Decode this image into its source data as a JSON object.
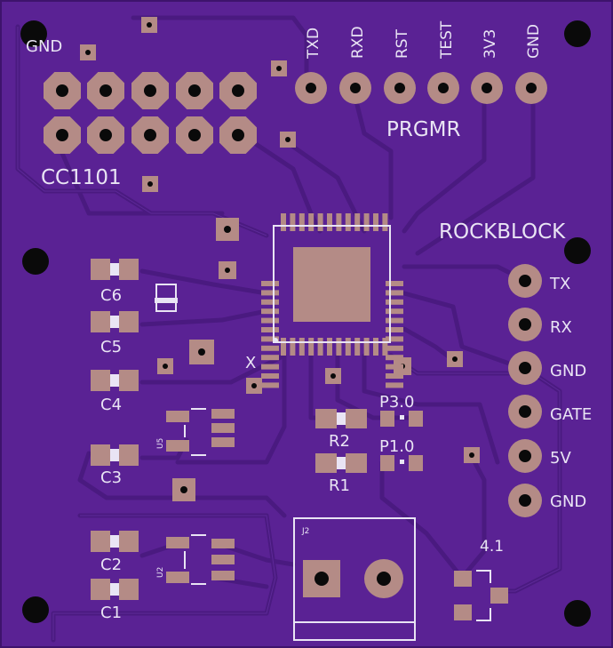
{
  "board": {
    "colors": {
      "board": "#5a2294",
      "board_edge": "#3e136c",
      "trace": "#4a1a80",
      "trace_edge": "#6b33a8",
      "pad": "#b48b86",
      "pad_dark": "#8f6a66",
      "silk": "#e9e4f4",
      "hole": "#0a0a0a"
    },
    "labels": {
      "gnd_top": "GND",
      "cc1101": "CC1101",
      "prgmr": "PRGMR",
      "rockblock": "ROCKBLOCK",
      "x_mark": "X",
      "c6": "C6",
      "c5": "C5",
      "c4": "C4",
      "c3": "C3",
      "c2": "C2",
      "c1": "C1",
      "r1": "R1",
      "r2": "R2",
      "p30": "P3.0",
      "p10": "P1.0",
      "u5": "U5",
      "u2": "U2",
      "j2": "J2",
      "v41": "4.1"
    },
    "prgmr_pins": [
      "TXD",
      "RXD",
      "RST",
      "TEST",
      "3V3",
      "GND"
    ],
    "rockblock_pins": [
      "TX",
      "RX",
      "GND",
      "GATE",
      "5V",
      "GND"
    ]
  }
}
